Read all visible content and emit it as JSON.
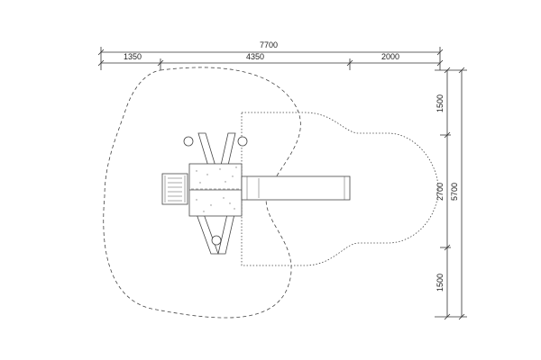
{
  "dimensions": {
    "total_width": "7700",
    "width_left": "1350",
    "width_middle": "4350",
    "width_right": "2000",
    "total_height": "5700",
    "height_top": "1500",
    "height_middle": "2700",
    "height_bottom": "1500"
  }
}
